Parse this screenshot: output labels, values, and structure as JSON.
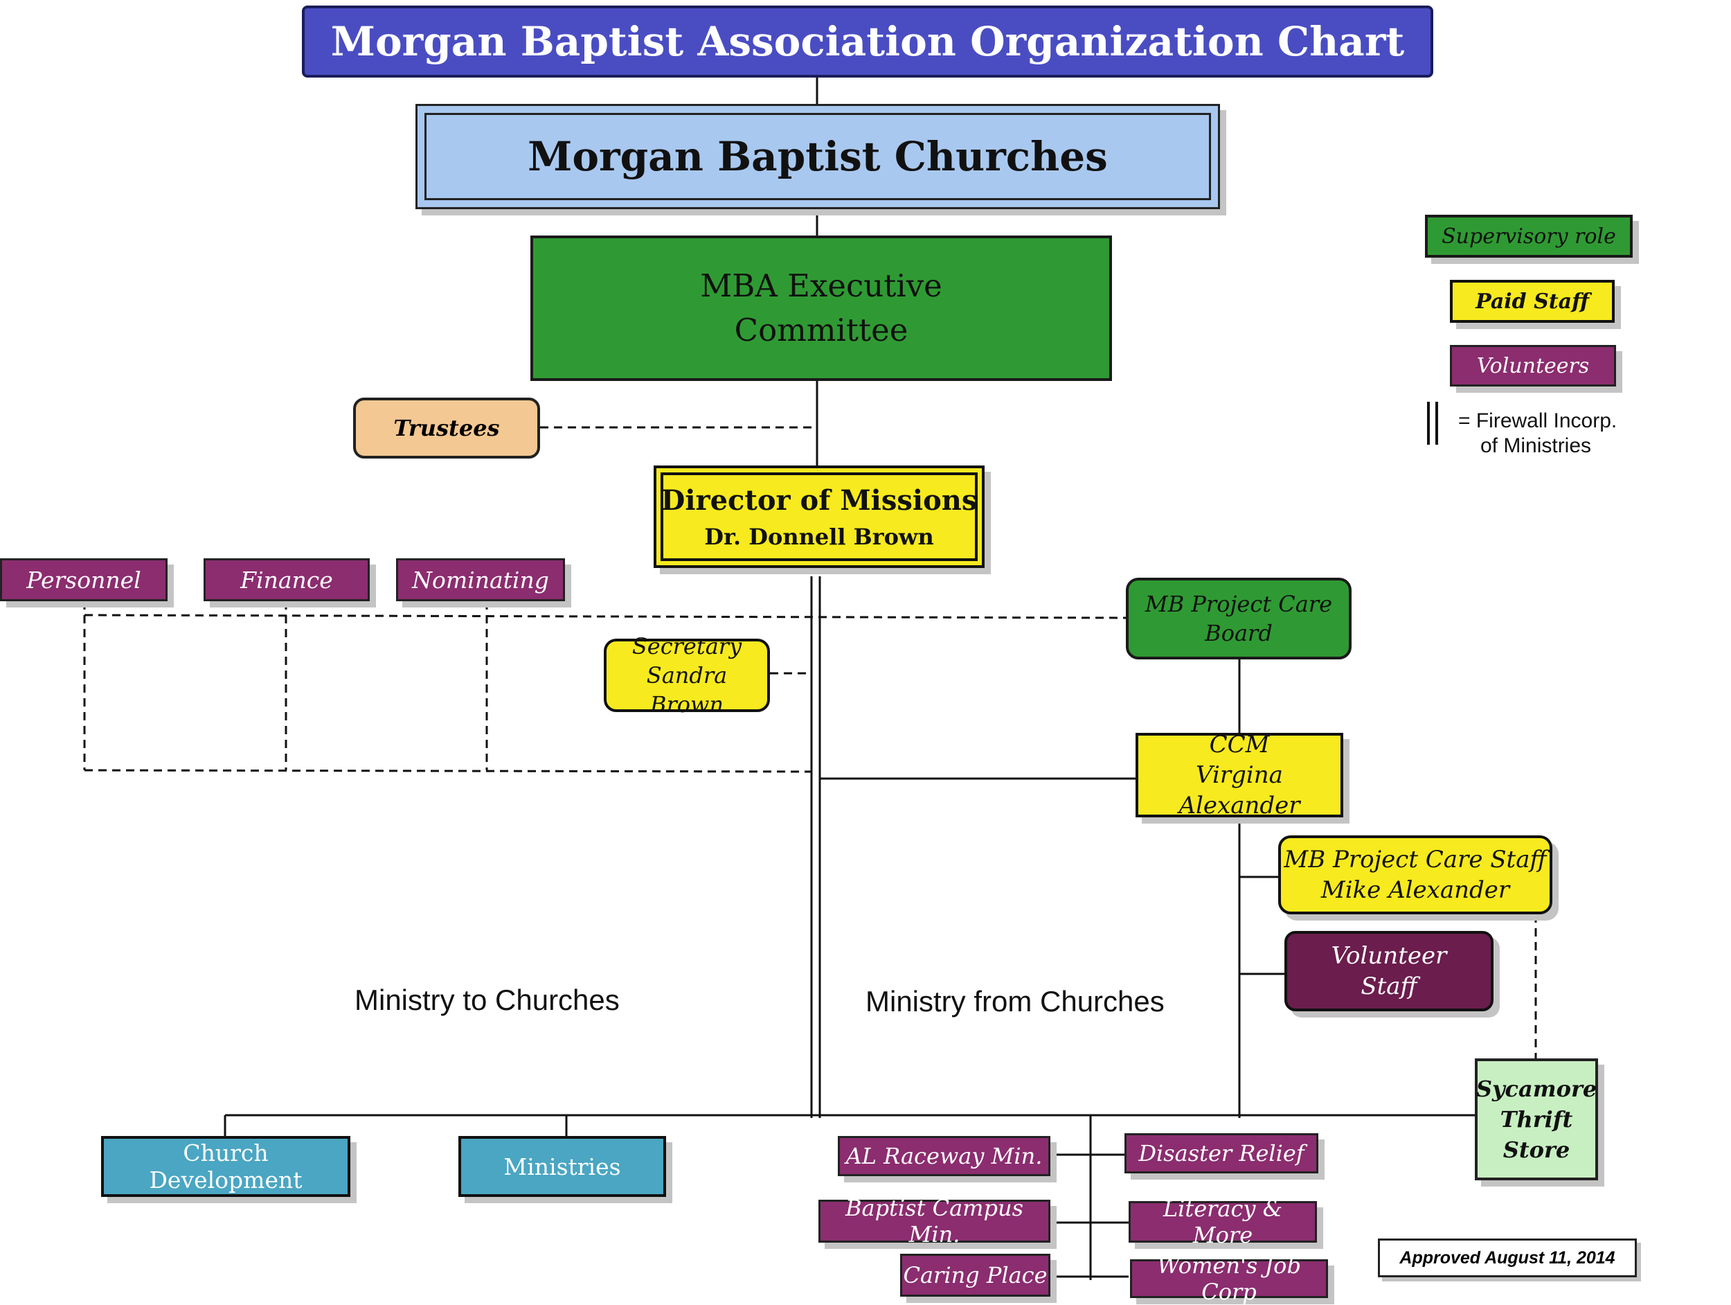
{
  "title": "Morgan Baptist Association Organization Chart",
  "nodes": {
    "churches": "Morgan Baptist Churches",
    "executive_committee": [
      "MBA Executive",
      "Committee"
    ],
    "trustees": "Trustees",
    "director": {
      "title": "Director of Missions",
      "name": "Dr. Donnell Brown"
    },
    "personnel": "Personnel",
    "finance": "Finance",
    "nominating": "Nominating",
    "secretary": {
      "title": "Secretary",
      "name": "Sandra Brown"
    },
    "project_care_board": [
      "MB Project Care",
      "Board"
    ],
    "ccm": {
      "title": "CCM",
      "name": "Virgina Alexander"
    },
    "project_care_staff": {
      "title": "MB Project Care Staff",
      "name": "Mike Alexander"
    },
    "volunteer_staff": [
      "Volunteer",
      "Staff"
    ],
    "thrift_store": [
      "Sycamore",
      "Thrift",
      "Store"
    ],
    "church_development": "Church Development",
    "ministries": "Ministries",
    "al_raceway": "AL Raceway Min.",
    "baptist_campus": "Baptist Campus Min.",
    "caring_place": "Caring Place",
    "disaster_relief": "Disaster Relief",
    "literacy": "Literacy & More",
    "womens_job_corp": "Women's Job Corp"
  },
  "regions": {
    "to_churches": "Ministry to Churches",
    "from_churches": "Ministry from Churches"
  },
  "legend": {
    "supervisory": "Supervisory role",
    "paid_staff": "Paid Staff",
    "volunteers": "Volunteers",
    "firewall_symbol": "||",
    "firewall_lines": [
      "= Firewall Incorp.",
      "of Ministries"
    ]
  },
  "colors": {
    "title": "#4a4dc2",
    "churches": "#a8c8ef",
    "supervisory": "#2f9a33",
    "paid_staff": "#f7ea1e",
    "volunteers": "#8b2d6f",
    "trustees": "#f4c892",
    "ministry_to_churches": "#4aa6c3",
    "thrift_store": "#c8efc2"
  },
  "approved": "Approved August 11, 2014"
}
